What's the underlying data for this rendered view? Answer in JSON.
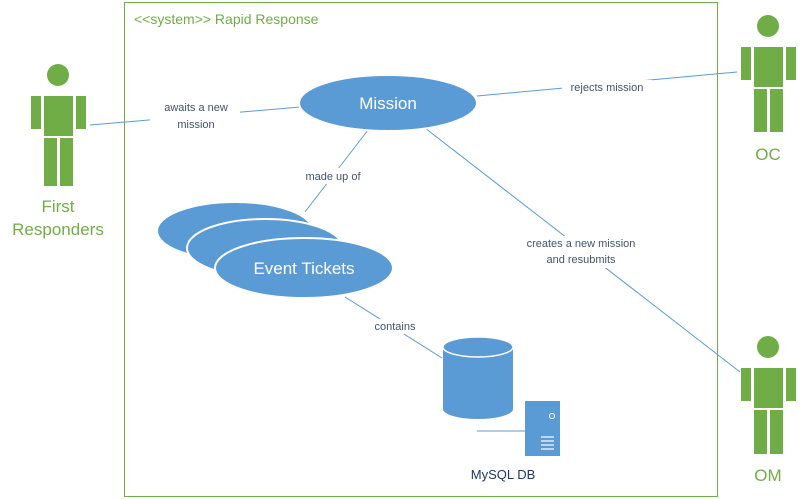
{
  "system": {
    "title": "<<system>> Rapid Response"
  },
  "use_cases": {
    "mission": "Mission",
    "event_tickets": "Event Tickets"
  },
  "actors": {
    "first_responders": [
      "First",
      "Responders"
    ],
    "oc": "OC",
    "om": "OM"
  },
  "associations": {
    "awaits": [
      "awaits a new",
      "mission"
    ],
    "rejects": "rejects mission",
    "made_up_of": "made up of",
    "creates": [
      "creates a new mission",
      "and resubmits"
    ],
    "contains": "contains"
  },
  "database": {
    "label": "MySQL DB"
  },
  "colors": {
    "actor": "#70ad47",
    "use_case": "#5b9bd5",
    "edge": "#5b9bd5",
    "edge_label": "#44546a",
    "boundary": "#70ad47"
  },
  "icons": {
    "actor": "stick-figure-icon",
    "database": "cylinder-database-icon",
    "server": "server-tower-icon"
  }
}
